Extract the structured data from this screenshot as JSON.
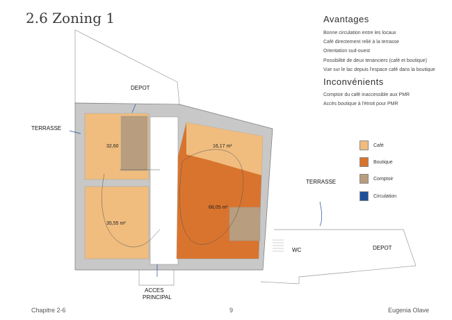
{
  "title": "2.6 Zoning 1",
  "advantages": {
    "heading": "Avantages",
    "items": [
      "Bonne circulation entre les locaux",
      "Café directement relié à la terrasse",
      "Orientation sud-ouest",
      "Possibilité de deux tenanciers (café et boutique)",
      "Vue sur le lac depuis l'espace café dans la boutique"
    ]
  },
  "disadvantages": {
    "heading": "Inconvénients",
    "items": [
      "Comptoir du café inaccessible aux PMR",
      "Accès boutique à l'étroit pour PMR"
    ]
  },
  "legend": [
    {
      "label": "Café",
      "color": "#f0bd7f"
    },
    {
      "label": "Boutique",
      "color": "#d9742e"
    },
    {
      "label": "Comptoir",
      "color": "#b89d7e"
    },
    {
      "label": "Circulation",
      "color": "#1d4f9a"
    }
  ],
  "plan": {
    "labels": {
      "depot_top": "DEPOT",
      "terrasse_left": "TERRASSE",
      "terrasse_right": "TERRASSE",
      "wc": "WC",
      "depot_right": "DEPOT",
      "acces_1": "ACCES",
      "acces_2": "PRINCIPAL"
    },
    "areas": {
      "cafe_top": "32,60",
      "cafe_bottom": "35,55 m²",
      "circ_small": "16,17 m²",
      "boutique": "68,05 m²"
    }
  },
  "footer": {
    "chapter": "Chapitre 2-6",
    "page": "9",
    "author": "Eugenia Olave"
  }
}
